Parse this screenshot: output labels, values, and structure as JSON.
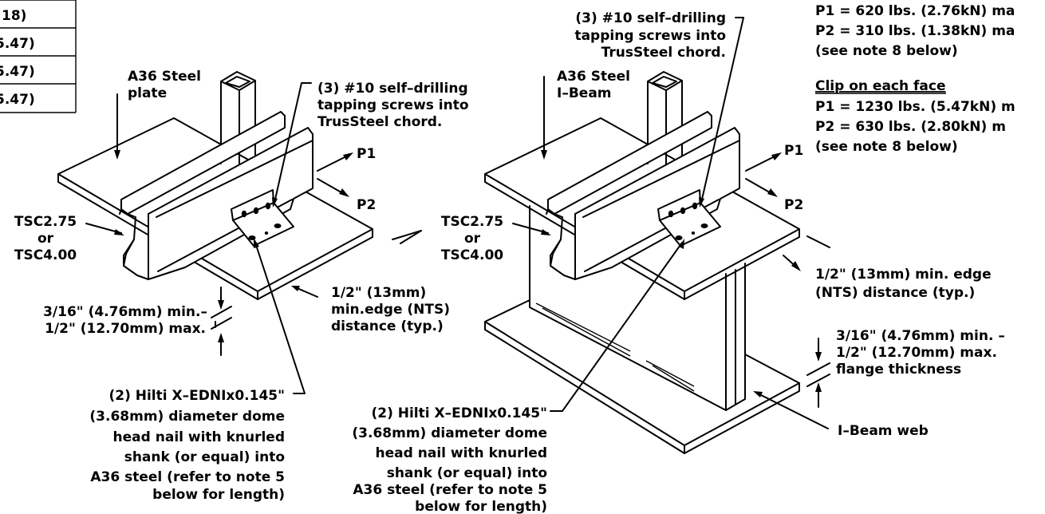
{
  "table": {
    "rows": [
      "18)",
      "5.47)",
      "5.47)",
      "5.47)"
    ]
  },
  "left": {
    "plate_label": [
      "A36 Steel",
      "plate"
    ],
    "screws_label": [
      "(3) #10 self–drilling",
      "tapping screws into",
      "TrusSteel chord."
    ],
    "p1": "P1",
    "p2": "P2",
    "chord_label": [
      "TSC2.75",
      "or",
      "TSC4.00"
    ],
    "thickness_label": [
      "3/16\" (4.76mm) min.–",
      "1/2\" (12.70mm) max."
    ],
    "edge_label": [
      "1/2\" (13mm)",
      "min.edge (NTS)",
      "distance (typ.)"
    ],
    "nail_label": [
      "(2) Hilti X–EDNIx0.145\"",
      "(3.68mm) diameter dome",
      "head nail with knurled",
      "shank (or equal) into",
      "A36 steel (refer to note 5",
      "below for length)"
    ]
  },
  "right": {
    "beam_label": [
      "A36 Steel",
      "I–Beam"
    ],
    "screws_label": [
      "(3) #10 self–drilling",
      "tapping screws into",
      "TrusSteel chord."
    ],
    "p1": "P1",
    "p2": "P2",
    "chord_label": [
      "TSC2.75",
      "or",
      "TSC4.00"
    ],
    "edge_label": [
      "1/2\" (13mm) min. edge",
      "(NTS) distance (typ.)"
    ],
    "thickness_label": [
      "3/16\" (4.76mm) min. –",
      "1/2\" (12.70mm) max.",
      "flange thickness"
    ],
    "web_label": "I–Beam web",
    "nail_label": [
      "(2) Hilti X–EDNIx0.145\"",
      "(3.68mm) diameter dome",
      "head nail with knurled",
      "shank (or equal) into",
      "A36 steel (refer to note 5",
      "below for length)"
    ]
  },
  "notes": {
    "single_clip": [
      "P1 = 620 lbs. (2.76kN) ma",
      "P2 = 310 lbs. (1.38kN) ma",
      "(see note 8 below)"
    ],
    "each_face_heading": "Clip on each face",
    "each_face": [
      "P1 = 1230 lbs. (5.47kN) m",
      "P2 =    630 lbs. (2.80kN) m",
      "(see note 8 below)"
    ]
  }
}
